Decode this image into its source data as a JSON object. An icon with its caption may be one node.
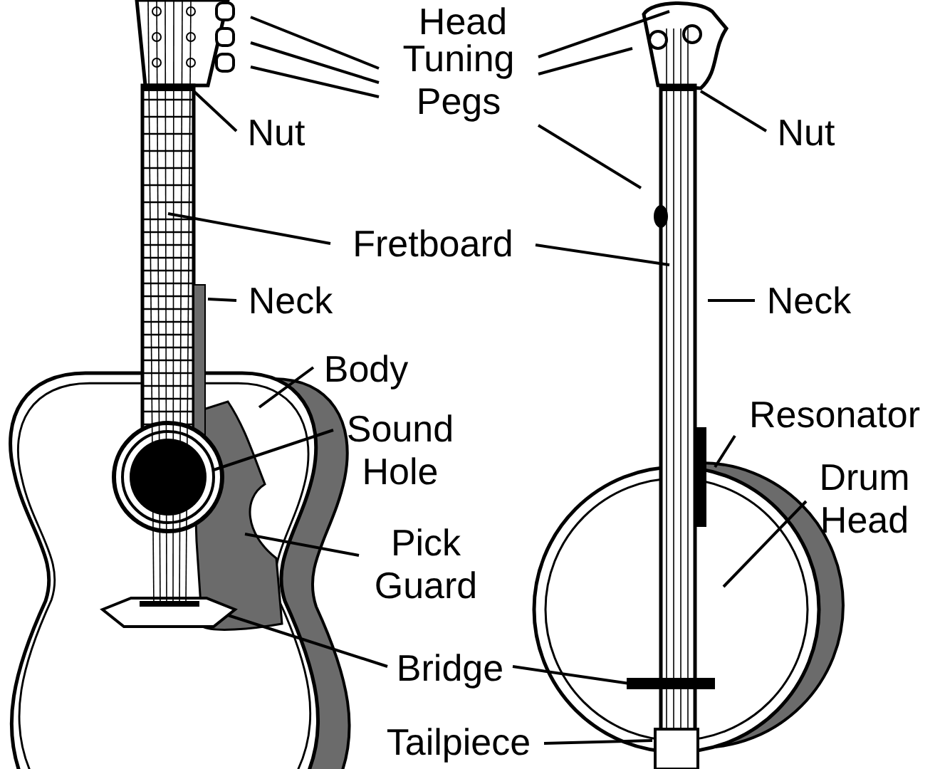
{
  "diagram": {
    "nodes": [
      {
        "text": [
          "Head"
        ]
      },
      {
        "text": [
          "Tuning Pegs"
        ]
      },
      {
        "text": [
          "Nut"
        ]
      },
      {
        "text": [
          "Nut"
        ]
      },
      {
        "text": [
          "Fretboard"
        ]
      },
      {
        "text": [
          "Neck"
        ]
      },
      {
        "text": [
          "Neck"
        ]
      },
      {
        "text": [
          "Body"
        ]
      },
      {
        "text": [
          "Resonator"
        ]
      },
      {
        "text": [
          "Sound Hole"
        ]
      },
      {
        "text": [
          "Drum Head"
        ]
      },
      {
        "text": [
          "Pick Guard"
        ]
      },
      {
        "text": [
          "Bridge"
        ]
      },
      {
        "text": [
          "Tailpiece"
        ]
      }
    ],
    "edges": [
      {
        "from": 1,
        "to": null,
        "arrow": "none"
      },
      {
        "from": 1,
        "to": null,
        "arrow": "none"
      },
      {
        "from": 1,
        "to": null,
        "arrow": "none"
      },
      {
        "from": 1,
        "to": null,
        "arrow": "none"
      },
      {
        "from": 1,
        "to": null,
        "arrow": "none"
      },
      {
        "from": 1,
        "to": null,
        "arrow": "none"
      },
      {
        "from": 2,
        "to": null,
        "arrow": "none"
      },
      {
        "from": 3,
        "to": null,
        "arrow": "none"
      },
      {
        "from": 4,
        "to": null,
        "arrow": "none"
      },
      {
        "from": 4,
        "to": null,
        "arrow": "none"
      },
      {
        "from": 5,
        "to": null,
        "arrow": "none"
      },
      {
        "from": 6,
        "to": null,
        "arrow": "none"
      },
      {
        "from": 7,
        "to": null,
        "arrow": "none"
      },
      {
        "from": 8,
        "to": null,
        "arrow": "none"
      },
      {
        "from": 9,
        "to": null,
        "arrow": "none"
      },
      {
        "from": 10,
        "to": null,
        "arrow": "none"
      },
      {
        "from": 11,
        "to": null,
        "arrow": "none"
      },
      {
        "from": 12,
        "to": null,
        "arrow": "none"
      },
      {
        "from": 12,
        "to": null,
        "arrow": "none"
      },
      {
        "from": 13,
        "to": null,
        "arrow": "none"
      }
    ]
  }
}
